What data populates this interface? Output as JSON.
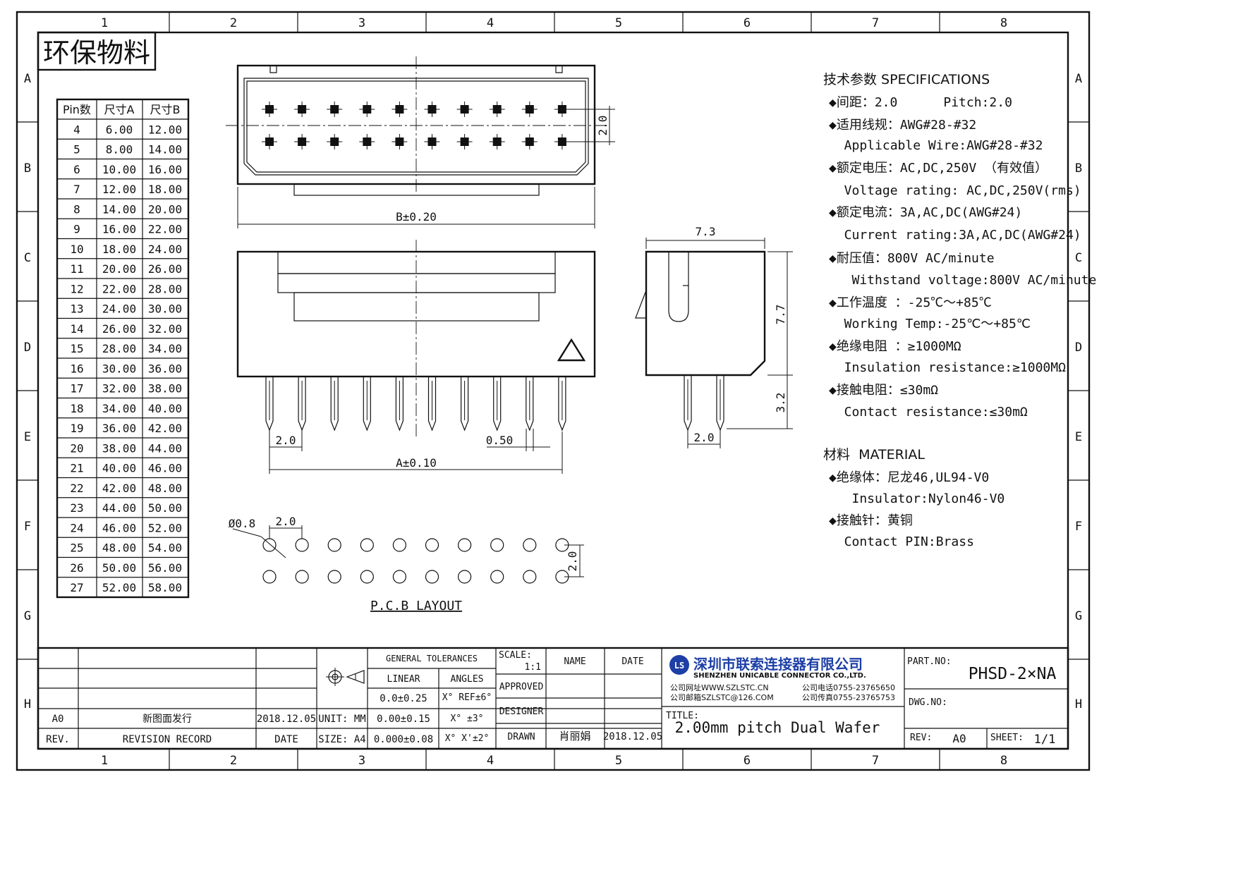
{
  "drawing_title": "环保物料",
  "grid": {
    "columns": [
      "1",
      "2",
      "3",
      "4",
      "5",
      "6",
      "7",
      "8"
    ],
    "rows": [
      "A",
      "B",
      "C",
      "D",
      "E",
      "F",
      "G",
      "H"
    ]
  },
  "dim_table": {
    "headers": [
      "Pin数",
      "尺寸A",
      "尺寸B"
    ],
    "rows": [
      [
        "4",
        "6.00",
        "12.00"
      ],
      [
        "5",
        "8.00",
        "14.00"
      ],
      [
        "6",
        "10.00",
        "16.00"
      ],
      [
        "7",
        "12.00",
        "18.00"
      ],
      [
        "8",
        "14.00",
        "20.00"
      ],
      [
        "9",
        "16.00",
        "22.00"
      ],
      [
        "10",
        "18.00",
        "24.00"
      ],
      [
        "11",
        "20.00",
        "26.00"
      ],
      [
        "12",
        "22.00",
        "28.00"
      ],
      [
        "13",
        "24.00",
        "30.00"
      ],
      [
        "14",
        "26.00",
        "32.00"
      ],
      [
        "15",
        "28.00",
        "34.00"
      ],
      [
        "16",
        "30.00",
        "36.00"
      ],
      [
        "17",
        "32.00",
        "38.00"
      ],
      [
        "18",
        "34.00",
        "40.00"
      ],
      [
        "19",
        "36.00",
        "42.00"
      ],
      [
        "20",
        "38.00",
        "44.00"
      ],
      [
        "21",
        "40.00",
        "46.00"
      ],
      [
        "22",
        "42.00",
        "48.00"
      ],
      [
        "23",
        "44.00",
        "50.00"
      ],
      [
        "24",
        "46.00",
        "52.00"
      ],
      [
        "25",
        "48.00",
        "54.00"
      ],
      [
        "26",
        "50.00",
        "56.00"
      ],
      [
        "27",
        "52.00",
        "58.00"
      ]
    ]
  },
  "dims": {
    "top_pitch": "2.0",
    "top_width": "B±0.20",
    "front_pitch": "2.0",
    "pin_width": "0.50",
    "front_span": "A±0.10",
    "side_width": "7.3",
    "side_height": "7.7",
    "side_pin": "3.2",
    "side_pitch": "2.0",
    "hole_dia": "Ø0.8",
    "pcb_pitch": "2.0",
    "pcb_row": "2.0",
    "pcb_label": "P.C.B LAYOUT"
  },
  "specs": {
    "heading": "技术参数  SPECIFICATIONS",
    "lines": [
      "◆间距：2.0      Pitch:2.0",
      "◆适用线规：AWG#28-#32",
      "  Applicable Wire:AWG#28-#32",
      "◆额定电压：AC,DC,250V （有效值）",
      "  Voltage rating: AC,DC,250V(rms)",
      "◆额定电流：3A,AC,DC(AWG#24)",
      "  Current rating:3A,AC,DC(AWG#24)",
      "◆耐压值：800V AC/minute",
      "   Withstand voltage:800V AC/minute",
      "◆工作温度 ：-25℃～+85℃",
      "  Working Temp:-25℃～+85℃",
      "◆绝缘电阻 ：≥1000MΩ",
      "  Insulation resistance:≥1000MΩ",
      "◆接触电阻：≤30mΩ",
      "  Contact resistance:≤30mΩ"
    ]
  },
  "material": {
    "heading": "材料  MATERIAL",
    "lines": [
      "◆绝缘体：尼龙46,UL94-V0",
      "   Insulator:Nylon46-V0",
      "◆接触针：黄铜",
      "  Contact PIN:Brass"
    ]
  },
  "title_block": {
    "rev_value": "A0",
    "rev_desc": "新图面发行",
    "rev_date": "2018.12.05",
    "rev_col": "REV.",
    "record_col": "REVISION RECORD",
    "date_col": "DATE",
    "unit": "UNIT: MM",
    "size": "SIZE: A4",
    "gen_tol": "GENERAL TOLERANCES",
    "linear": "LINEAR",
    "angles": "ANGLES",
    "tol1": "0.0±0.25",
    "tol2": "0.00±0.15",
    "tol3": "0.000±0.08",
    "ang1": "X° REF±6°",
    "ang2": "X° ±3°",
    "ang3": "X° X'±2°",
    "scale_label": "SCALE:",
    "scale_value": "1:1",
    "approved": "APPROVED",
    "designer": "DESIGNER",
    "drawn": "DRAWN",
    "name_col": "NAME",
    "date_col2": "DATE",
    "drawn_name": "肖丽娟",
    "drawn_date": "2018.12.05",
    "company_cn": "深圳市联索连接器有限公司",
    "company_en": "SHENZHEN UNICABLE CONNECTOR CO.,LTD.",
    "web": "公司网址WWW.SZLSTC.CN",
    "mail": "公司邮箱SZLSTC@126.COM",
    "tel": "公司电话0755-23765650",
    "fax": "公司传真0755-23765753",
    "logo": "LS",
    "title_label": "TITLE:",
    "title": "2.00mm pitch Dual Wafer",
    "part_label": "PART.NO:",
    "part_no": "PHSD-2×NA",
    "dwg_label": "DWG.NO:",
    "rev_label": "REV:",
    "rev_no": "A0",
    "sheet_label": "SHEET:",
    "sheet_no": "1/1"
  },
  "colors": {
    "logo_blue": "#1d3fa6",
    "ink": "#111111"
  }
}
